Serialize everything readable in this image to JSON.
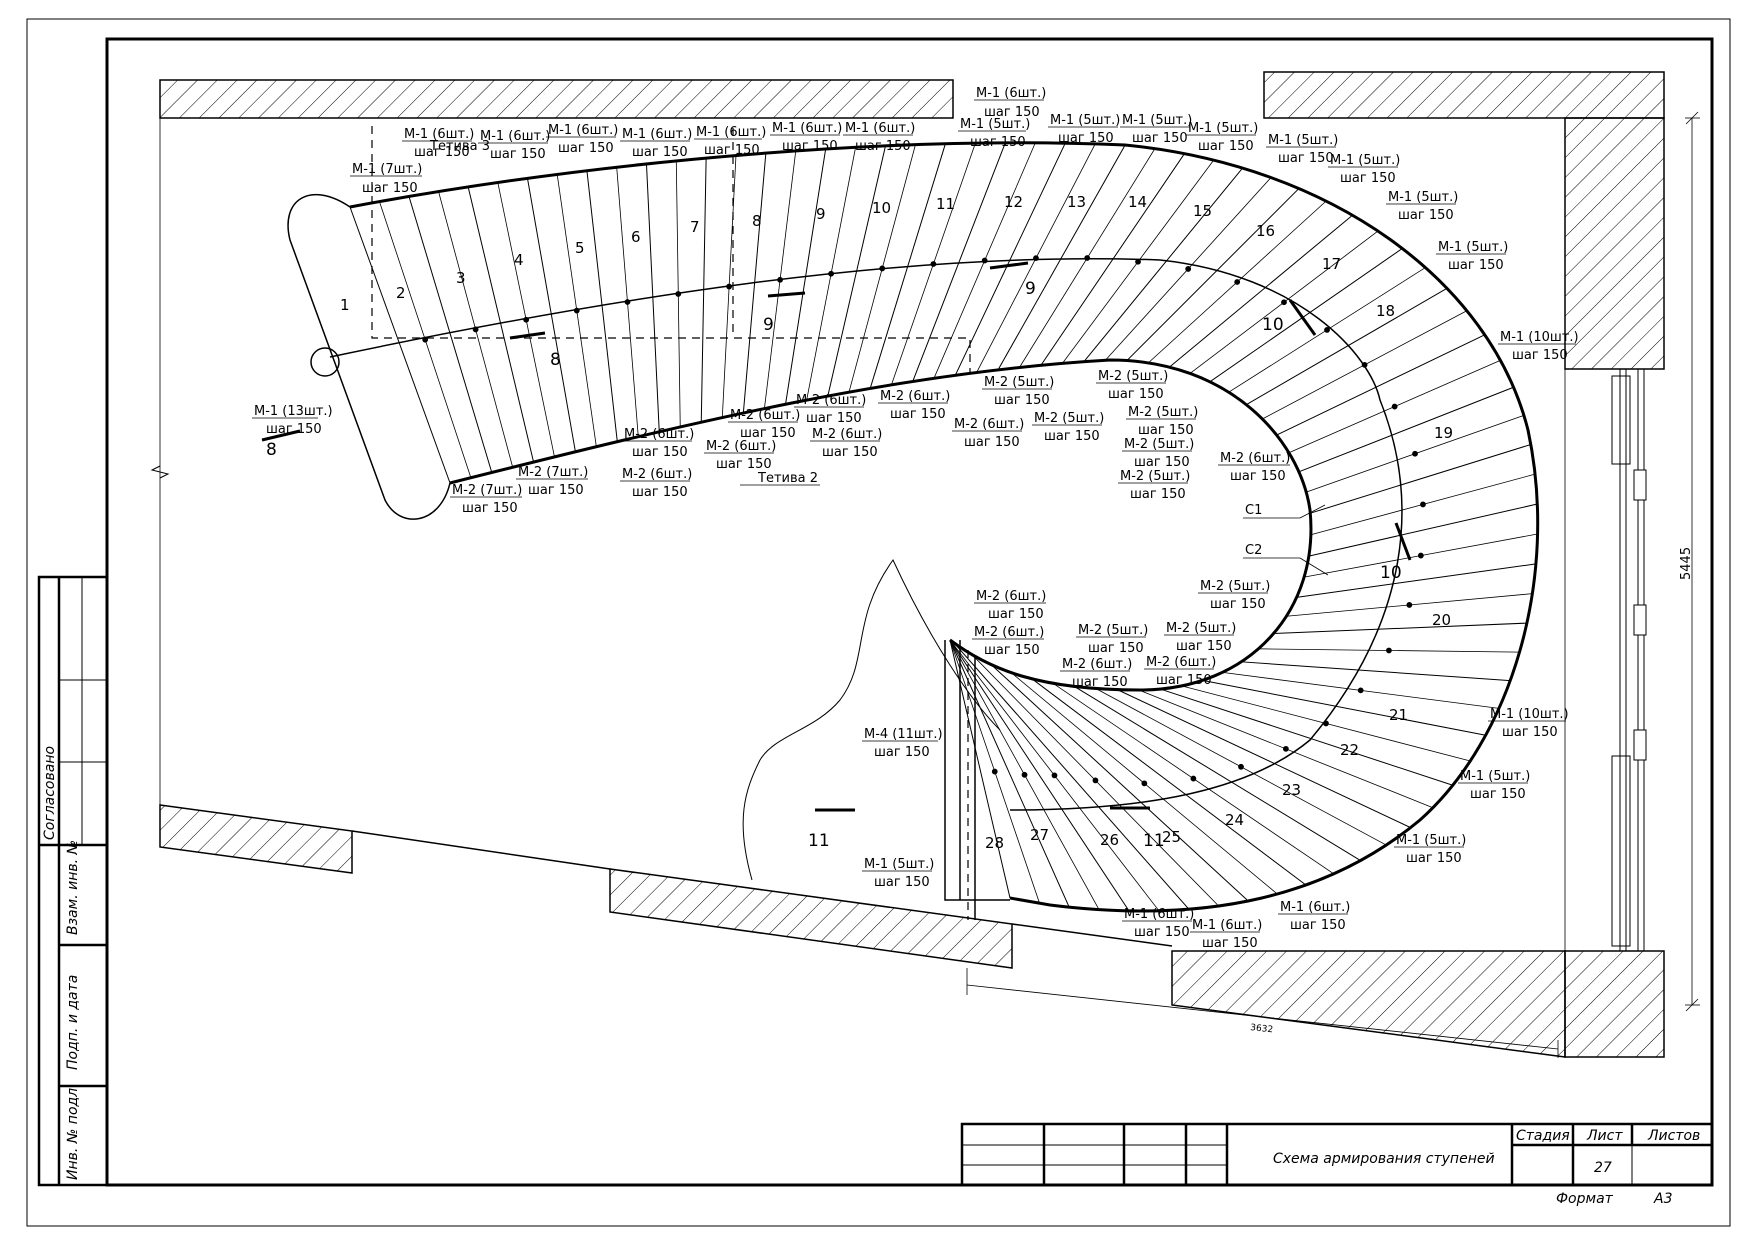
{
  "colors": {
    "ink": "#000000",
    "paper": "#ffffff"
  },
  "title_block": {
    "title": "Схема армирования ступеней",
    "stage_header": "Стадия",
    "sheet_header": "Лист",
    "sheets_header": "Листов",
    "sheet_number": "27",
    "format_label": "Формат",
    "format_value": "А3"
  },
  "side_stamp": {
    "agreed": "Согласовано",
    "swap_inv": "Взам. инв. №",
    "sign_date": "Подп. и дата",
    "inv_orig": "Инв. № подл."
  },
  "dimensions": {
    "height": "5445",
    "width": "3632"
  },
  "sections": [
    "8",
    "8",
    "9",
    "9",
    "10",
    "10",
    "11",
    "11"
  ],
  "markers": [
    "C1",
    "C2",
    "Тетива 2",
    "Тетива 3"
  ],
  "steps": [
    "1",
    "2",
    "3",
    "4",
    "5",
    "6",
    "7",
    "8",
    "9",
    "10",
    "11",
    "12",
    "13",
    "14",
    "15",
    "16",
    "17",
    "18",
    "19",
    "20",
    "21",
    "22",
    "23",
    "24",
    "25",
    "26",
    "27",
    "28"
  ],
  "callouts": [
    {
      "mark": "М-1 (13шт.)",
      "pitch": "шаг 150"
    },
    {
      "mark": "М-1 (7шт.)",
      "pitch": "шаг 150"
    },
    {
      "mark": "М-1 (6шт.)",
      "pitch": "шаг 150"
    },
    {
      "mark": "М-1 (6шт.)",
      "pitch": "шаг 150"
    },
    {
      "mark": "М-1 (6шт.)",
      "pitch": "шаг 150"
    },
    {
      "mark": "М-1 (6шт.)",
      "pitch": "шаг 150"
    },
    {
      "mark": "М-1 (6шт.)",
      "pitch": "шаг 150"
    },
    {
      "mark": "М-1 (6шт.)",
      "pitch": "шаг 150"
    },
    {
      "mark": "М-1 (6шт.)",
      "pitch": "шаг 150"
    },
    {
      "mark": "М-1 (6шт.)",
      "pitch": "шаг 150"
    },
    {
      "mark": "М-1 (5шт.)",
      "pitch": "шаг 150"
    },
    {
      "mark": "М-1 (5шт.)",
      "pitch": "шаг 150"
    },
    {
      "mark": "М-1 (5шт.)",
      "pitch": "шаг 150"
    },
    {
      "mark": "М-1 (5шт.)",
      "pitch": "шаг 150"
    },
    {
      "mark": "М-1 (5шт.)",
      "pitch": "шаг 150"
    },
    {
      "mark": "М-1 (5шт.)",
      "pitch": "шаг 150"
    },
    {
      "mark": "М-1 (5шт.)",
      "pitch": "шаг 150"
    },
    {
      "mark": "М-1 (5шт.)",
      "pitch": "шаг 150"
    },
    {
      "mark": "М-1 (10шт.)",
      "pitch": "шаг 150"
    },
    {
      "mark": "М-1 (10шт.)",
      "pitch": "шаг 150"
    },
    {
      "mark": "М-1 (5шт.)",
      "pitch": "шаг 150"
    },
    {
      "mark": "М-1 (5шт.)",
      "pitch": "шаг 150"
    },
    {
      "mark": "М-1 (6шт.)",
      "pitch": "шаг 150"
    },
    {
      "mark": "М-1 (6шт.)",
      "pitch": "шаг 150"
    },
    {
      "mark": "М-1 (6шт.)",
      "pitch": "шаг 150"
    },
    {
      "mark": "М-1 (5шт.)",
      "pitch": "шаг 150"
    },
    {
      "mark": "М-4 (11шт.)",
      "pitch": "шаг 150"
    },
    {
      "mark": "М-2 (7шт.)",
      "pitch": "шаг 150"
    },
    {
      "mark": "М-2 (7шт.)",
      "pitch": "шаг 150"
    },
    {
      "mark": "М-2 (6шт.)",
      "pitch": "шаг 150"
    },
    {
      "mark": "М-2 (6шт.)",
      "pitch": "шаг 150"
    },
    {
      "mark": "М-2 (6шт.)",
      "pitch": "шаг 150"
    },
    {
      "mark": "М-2 (6шт.)",
      "pitch": "шаг 150"
    },
    {
      "mark": "М-2 (6шт.)",
      "pitch": "шаг 150"
    },
    {
      "mark": "М-2 (6шт.)",
      "pitch": "шаг 150"
    },
    {
      "mark": "М-2 (6шт.)",
      "pitch": "шаг 150"
    },
    {
      "mark": "М-2 (6шт.)",
      "pitch": "шаг 150"
    },
    {
      "mark": "М-2 (5шт.)",
      "pitch": "шаг 150"
    },
    {
      "mark": "М-2 (5шт.)",
      "pitch": "шаг 150"
    },
    {
      "mark": "М-2 (5шт.)",
      "pitch": "шаг 150"
    },
    {
      "mark": "М-2 (5шт.)",
      "pitch": "шаг 150"
    },
    {
      "mark": "М-2 (5шт.)",
      "pitch": "шаг 150"
    },
    {
      "mark": "М-2 (5шт.)",
      "pitch": "шаг 150"
    },
    {
      "mark": "М-2 (6шт.)",
      "pitch": "шаг 150"
    },
    {
      "mark": "М-2 (5шт.)",
      "pitch": "шаг 150"
    },
    {
      "mark": "М-2 (6шт.)",
      "pitch": "шаг 150"
    },
    {
      "mark": "М-2 (6шт.)",
      "pitch": "шаг 150"
    },
    {
      "mark": "М-2 (6шт.)",
      "pitch": "шаг 150"
    },
    {
      "mark": "М-2 (5шт.)",
      "pitch": "шаг 150"
    },
    {
      "mark": "М-2 (5шт.)",
      "pitch": "шаг 150"
    },
    {
      "mark": "М-2 (6шт.)",
      "pitch": "шаг 150"
    }
  ]
}
